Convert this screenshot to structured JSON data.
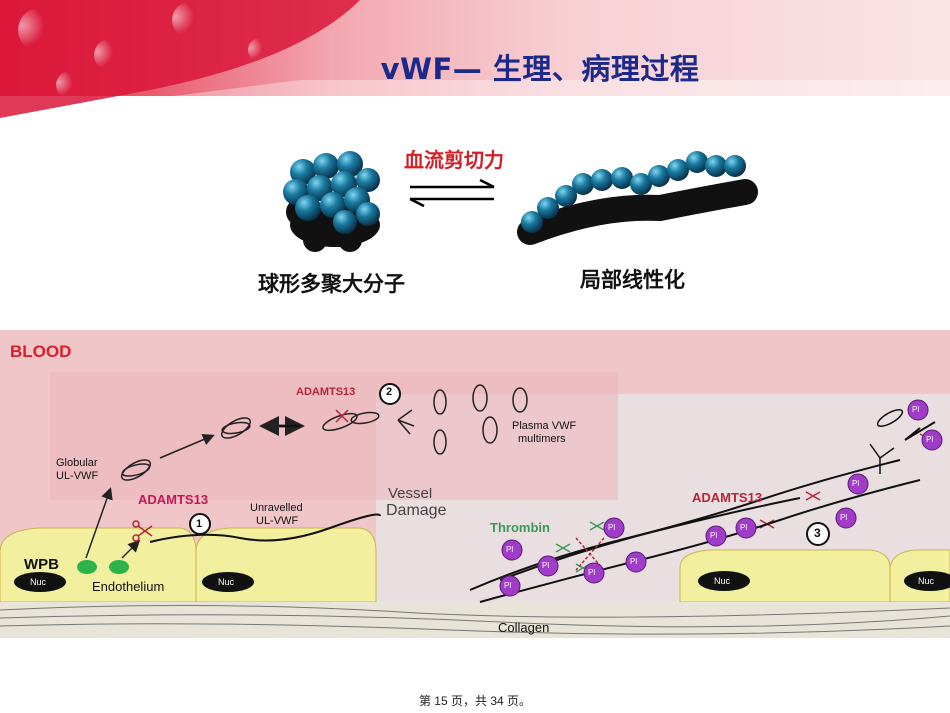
{
  "slide": {
    "title": "vWF— 生理、病理过程",
    "shear_label": "血流剪切力",
    "globular_label": "球形多聚大分子",
    "linear_label": "局部线性化"
  },
  "diagram": {
    "blood": "BLOOD",
    "adamts13_top": "ADAMTS13",
    "step2": "2",
    "plasma_line1": "Plasma VWF",
    "plasma_line2": "multimers",
    "globular_line1": "Globular",
    "globular_line2": "UL-VWF",
    "adamts13_left": "ADAMTS13",
    "unravelled_line1": "Unravelled",
    "unravelled_line2": "UL-VWF",
    "step1": "1",
    "wpb": "WPB",
    "nuc": "Nuc",
    "endothelium": "Endothelium",
    "vessel_line1": "Vessel",
    "vessel_line2": "Damage",
    "thrombin": "Thrombin",
    "pl": "Pl",
    "adamts13_right": "ADAMTS13",
    "step3": "3",
    "collagen": "Collagen"
  },
  "footer": {
    "page_text": "第 15 页，共 34 页。"
  },
  "colors": {
    "title": "#1b2a8a",
    "shear": "#d22027",
    "blood_bg": "#f2c6c8",
    "endothelium": "#f2ef9e",
    "platelet": "#a03cc8",
    "wpb": "#2db34a",
    "thrombin": "#3a9a55",
    "adamts13": "#b8243a",
    "bead": "#1a7aa0"
  }
}
